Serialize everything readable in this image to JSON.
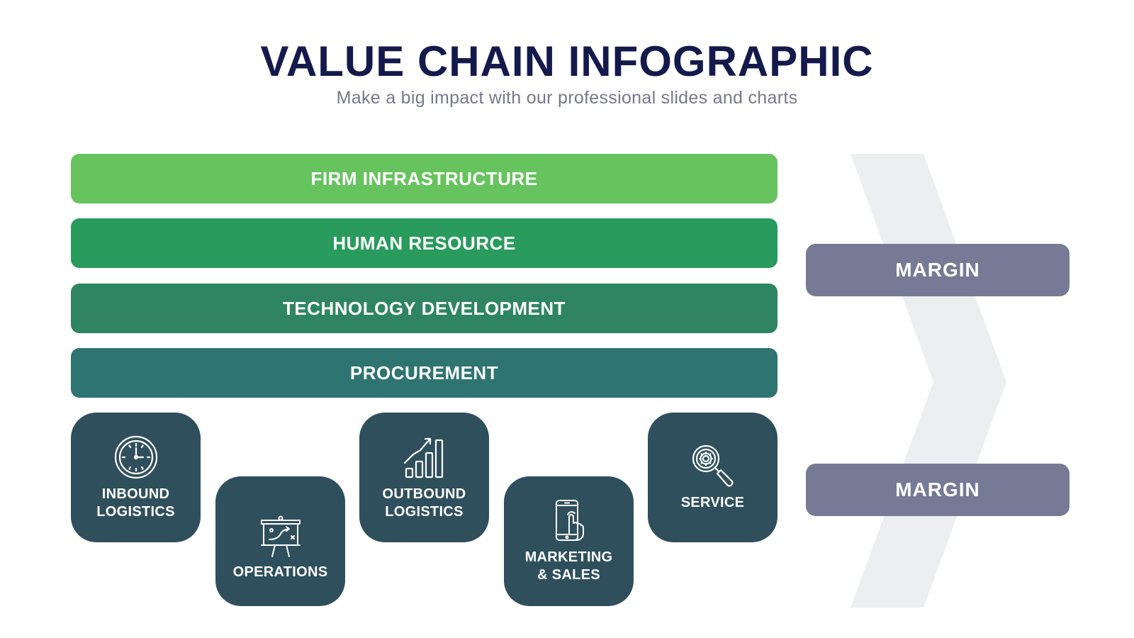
{
  "header": {
    "title": "VALUE CHAIN INFOGRAPHIC",
    "subtitle": "Make a big impact with our professional slides and charts"
  },
  "support_activities": [
    {
      "label": "FIRM INFRASTRUCTURE",
      "color": "#66c35e"
    },
    {
      "label": "HUMAN RESOURCE",
      "color": "#289b5d"
    },
    {
      "label": "TECHNOLOGY DEVELOPMENT",
      "color": "#2f8561"
    },
    {
      "label": "PROCUREMENT",
      "color": "#2e7470"
    }
  ],
  "primary_activities": [
    {
      "label": "INBOUND\nLOGISTICS",
      "icon": "clock-icon"
    },
    {
      "label": "OPERATIONS",
      "icon": "presentation-board-icon"
    },
    {
      "label": "OUTBOUND\nLOGISTICS",
      "icon": "growth-chart-icon"
    },
    {
      "label": "MARKETING\n& SALES",
      "icon": "smartphone-touch-icon"
    },
    {
      "label": "SERVICE",
      "icon": "magnifier-gear-icon"
    }
  ],
  "margins": [
    {
      "label": "MARGIN"
    },
    {
      "label": "MARGIN"
    }
  ],
  "colors": {
    "tile": "#2f4f5c",
    "margin": "#767a95",
    "chevron": "#eceef1",
    "title": "#141a4b"
  }
}
